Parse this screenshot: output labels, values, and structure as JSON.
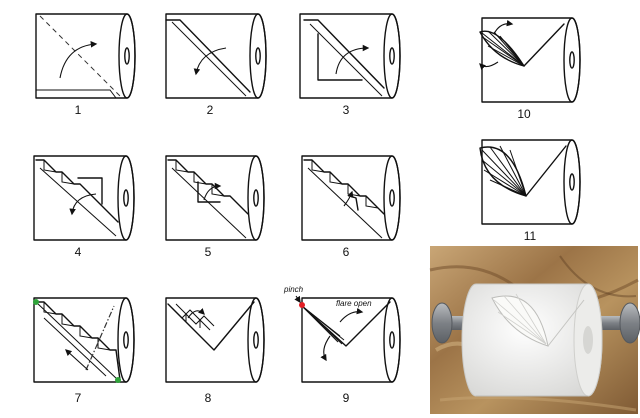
{
  "steps": [
    {
      "number": "1"
    },
    {
      "number": "2"
    },
    {
      "number": "3"
    },
    {
      "number": "4"
    },
    {
      "number": "5"
    },
    {
      "number": "6"
    },
    {
      "number": "7"
    },
    {
      "number": "8"
    },
    {
      "number": "9",
      "pinch_label": "pinch",
      "flare_label": "flare open"
    },
    {
      "number": "10"
    },
    {
      "number": "11"
    }
  ],
  "colors": {
    "stroke": "#111111",
    "pinch_marker": "#e31e24",
    "corner_marker": "#2fa43a",
    "photo_marble": "#a8865a",
    "photo_paper": "#f2f2f0",
    "photo_metal": "#8e9296"
  }
}
